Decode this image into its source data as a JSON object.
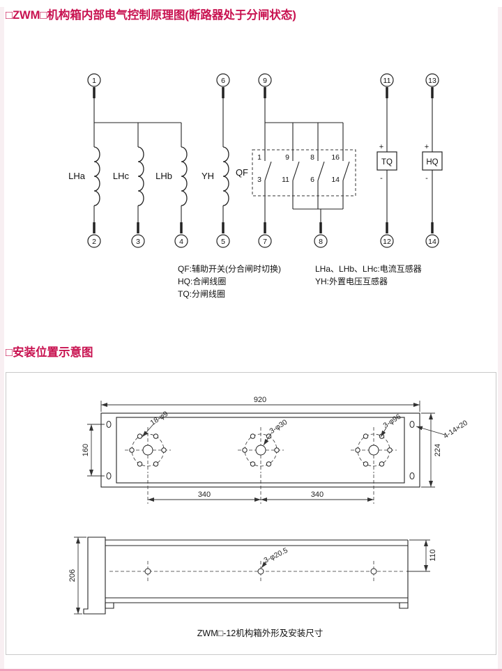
{
  "page": {
    "section1_title": "□ZWM□机构箱内部电气控制原理图(断路器处于分闸状态)",
    "section2_title": "□安装位置示意图",
    "accent_color": "#c81250",
    "footer_bar_color": "#ef9fba"
  },
  "circuit": {
    "top_terminals": [
      "1",
      "6",
      "9",
      "11",
      "13"
    ],
    "bottom_terminals": [
      "2",
      "3",
      "4",
      "5",
      "7",
      "8",
      "12",
      "14"
    ],
    "coil_labels": [
      "LHa",
      "LHc",
      "LHb",
      "YH"
    ],
    "qf": {
      "label": "QF",
      "top_contacts": [
        "1",
        "9",
        "8",
        "16"
      ],
      "bottom_contacts": [
        "3",
        "11",
        "6",
        "14"
      ]
    },
    "tq": {
      "label": "TQ",
      "plus": "+",
      "minus": "-"
    },
    "hq": {
      "label": "HQ",
      "plus": "+",
      "minus": "-"
    },
    "legend": {
      "col1": [
        "QF:辅助开关(分合闸时切换)",
        "HQ:合闸线圈",
        "TQ:分闸线圈"
      ],
      "col2": [
        "LHa、LHb、LHc:电流互感器",
        "YH:外置电压互感器"
      ]
    }
  },
  "installation": {
    "dims": {
      "width": "920",
      "left_height": "160",
      "right_height": "224",
      "pitch_left": "340",
      "pitch_right": "340",
      "side_height": "206",
      "side_top_to_hole": "110"
    },
    "hole_labels": {
      "small_holes": "18-φ9",
      "center_holes": "3-φ30",
      "large_holes": "3-φ96",
      "slots": "4-14×20",
      "side_holes": "3-φ20.5"
    },
    "caption": "ZWM□-12机构箱外形及安装尺寸"
  }
}
